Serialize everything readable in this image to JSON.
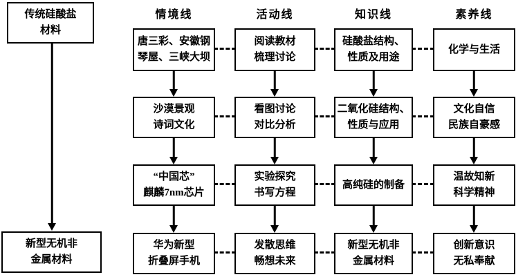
{
  "left_flow": {
    "top_box": "传统硅酸盐\n材料",
    "bottom_box": "新型无机非\n金属材料"
  },
  "columns": [
    {
      "header": "情境线",
      "boxes": [
        "唐三彩、安徽钢\n琴屋、三峡大坝",
        "沙漠景观\n诗词文化",
        "“中国芯”\n麒麟7nm芯片",
        "华为新型\n折叠屏手机"
      ]
    },
    {
      "header": "活动线",
      "boxes": [
        "阅读教材\n梳理讨论",
        "看图讨论\n对比分析",
        "实验探究\n书写方程",
        "发散思维\n畅想未来"
      ]
    },
    {
      "header": "知识线",
      "boxes": [
        "硅酸盐结构、\n性质及用途",
        "二氧化硅结构、\n性质与应用",
        "高纯硅的制备",
        "新型无机非\n金属材料"
      ]
    },
    {
      "header": "素养线",
      "boxes": [
        "化学与生活",
        "文化自信\n民族自豪感",
        "温故知新\n科学精神",
        "创新意识\n无私奉献"
      ]
    }
  ],
  "colors": {
    "line": "#000000",
    "background": "#ffffff",
    "text": "#000000"
  }
}
